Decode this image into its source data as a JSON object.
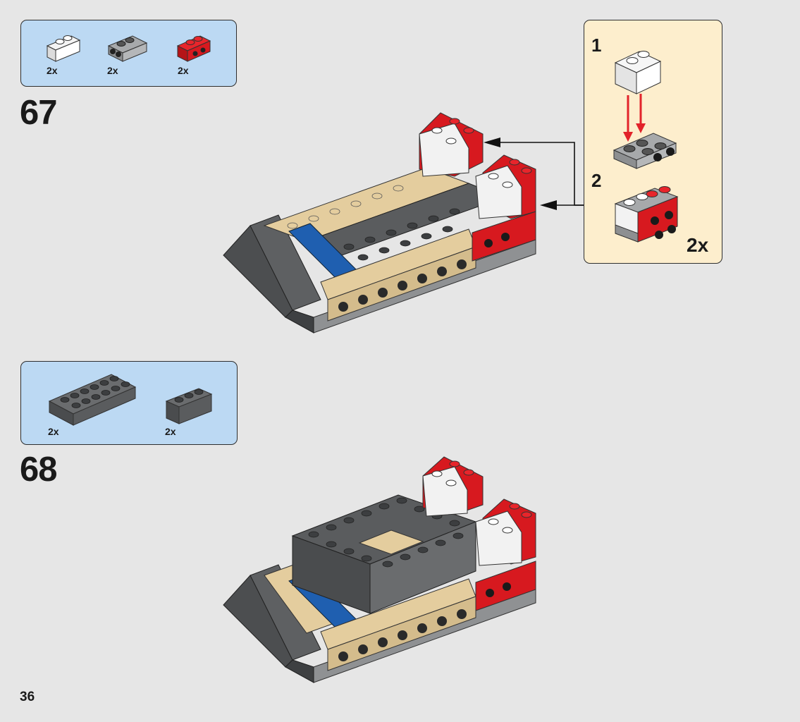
{
  "step67": {
    "number": "67",
    "parts": [
      {
        "qty": "2x",
        "icon": "white-brick-1x2-icon"
      },
      {
        "qty": "2x",
        "icon": "grey-brick-1x2-studs-side-icon"
      },
      {
        "qty": "2x",
        "icon": "red-brick-1x2-studs-side-icon"
      }
    ],
    "subassembly": {
      "steps": [
        "1",
        "2"
      ],
      "multiplier": "2x"
    }
  },
  "step68": {
    "number": "68",
    "parts": [
      {
        "qty": "2x",
        "icon": "dark-grey-plate-2x6-icon"
      },
      {
        "qty": "2x",
        "icon": "dark-grey-brick-1x3-icon"
      }
    ]
  },
  "page_number": "36",
  "colors": {
    "background": "#e6e6e6",
    "parts_box": "#bcd9f3",
    "subassembly_box": "#fdeecd",
    "lego_red": "#d7191f",
    "lego_tan": "#e4cd9e",
    "lego_blue": "#1f5fb0",
    "lego_dark_grey": "#5a5c5e",
    "arrow_red": "#e2232a"
  }
}
